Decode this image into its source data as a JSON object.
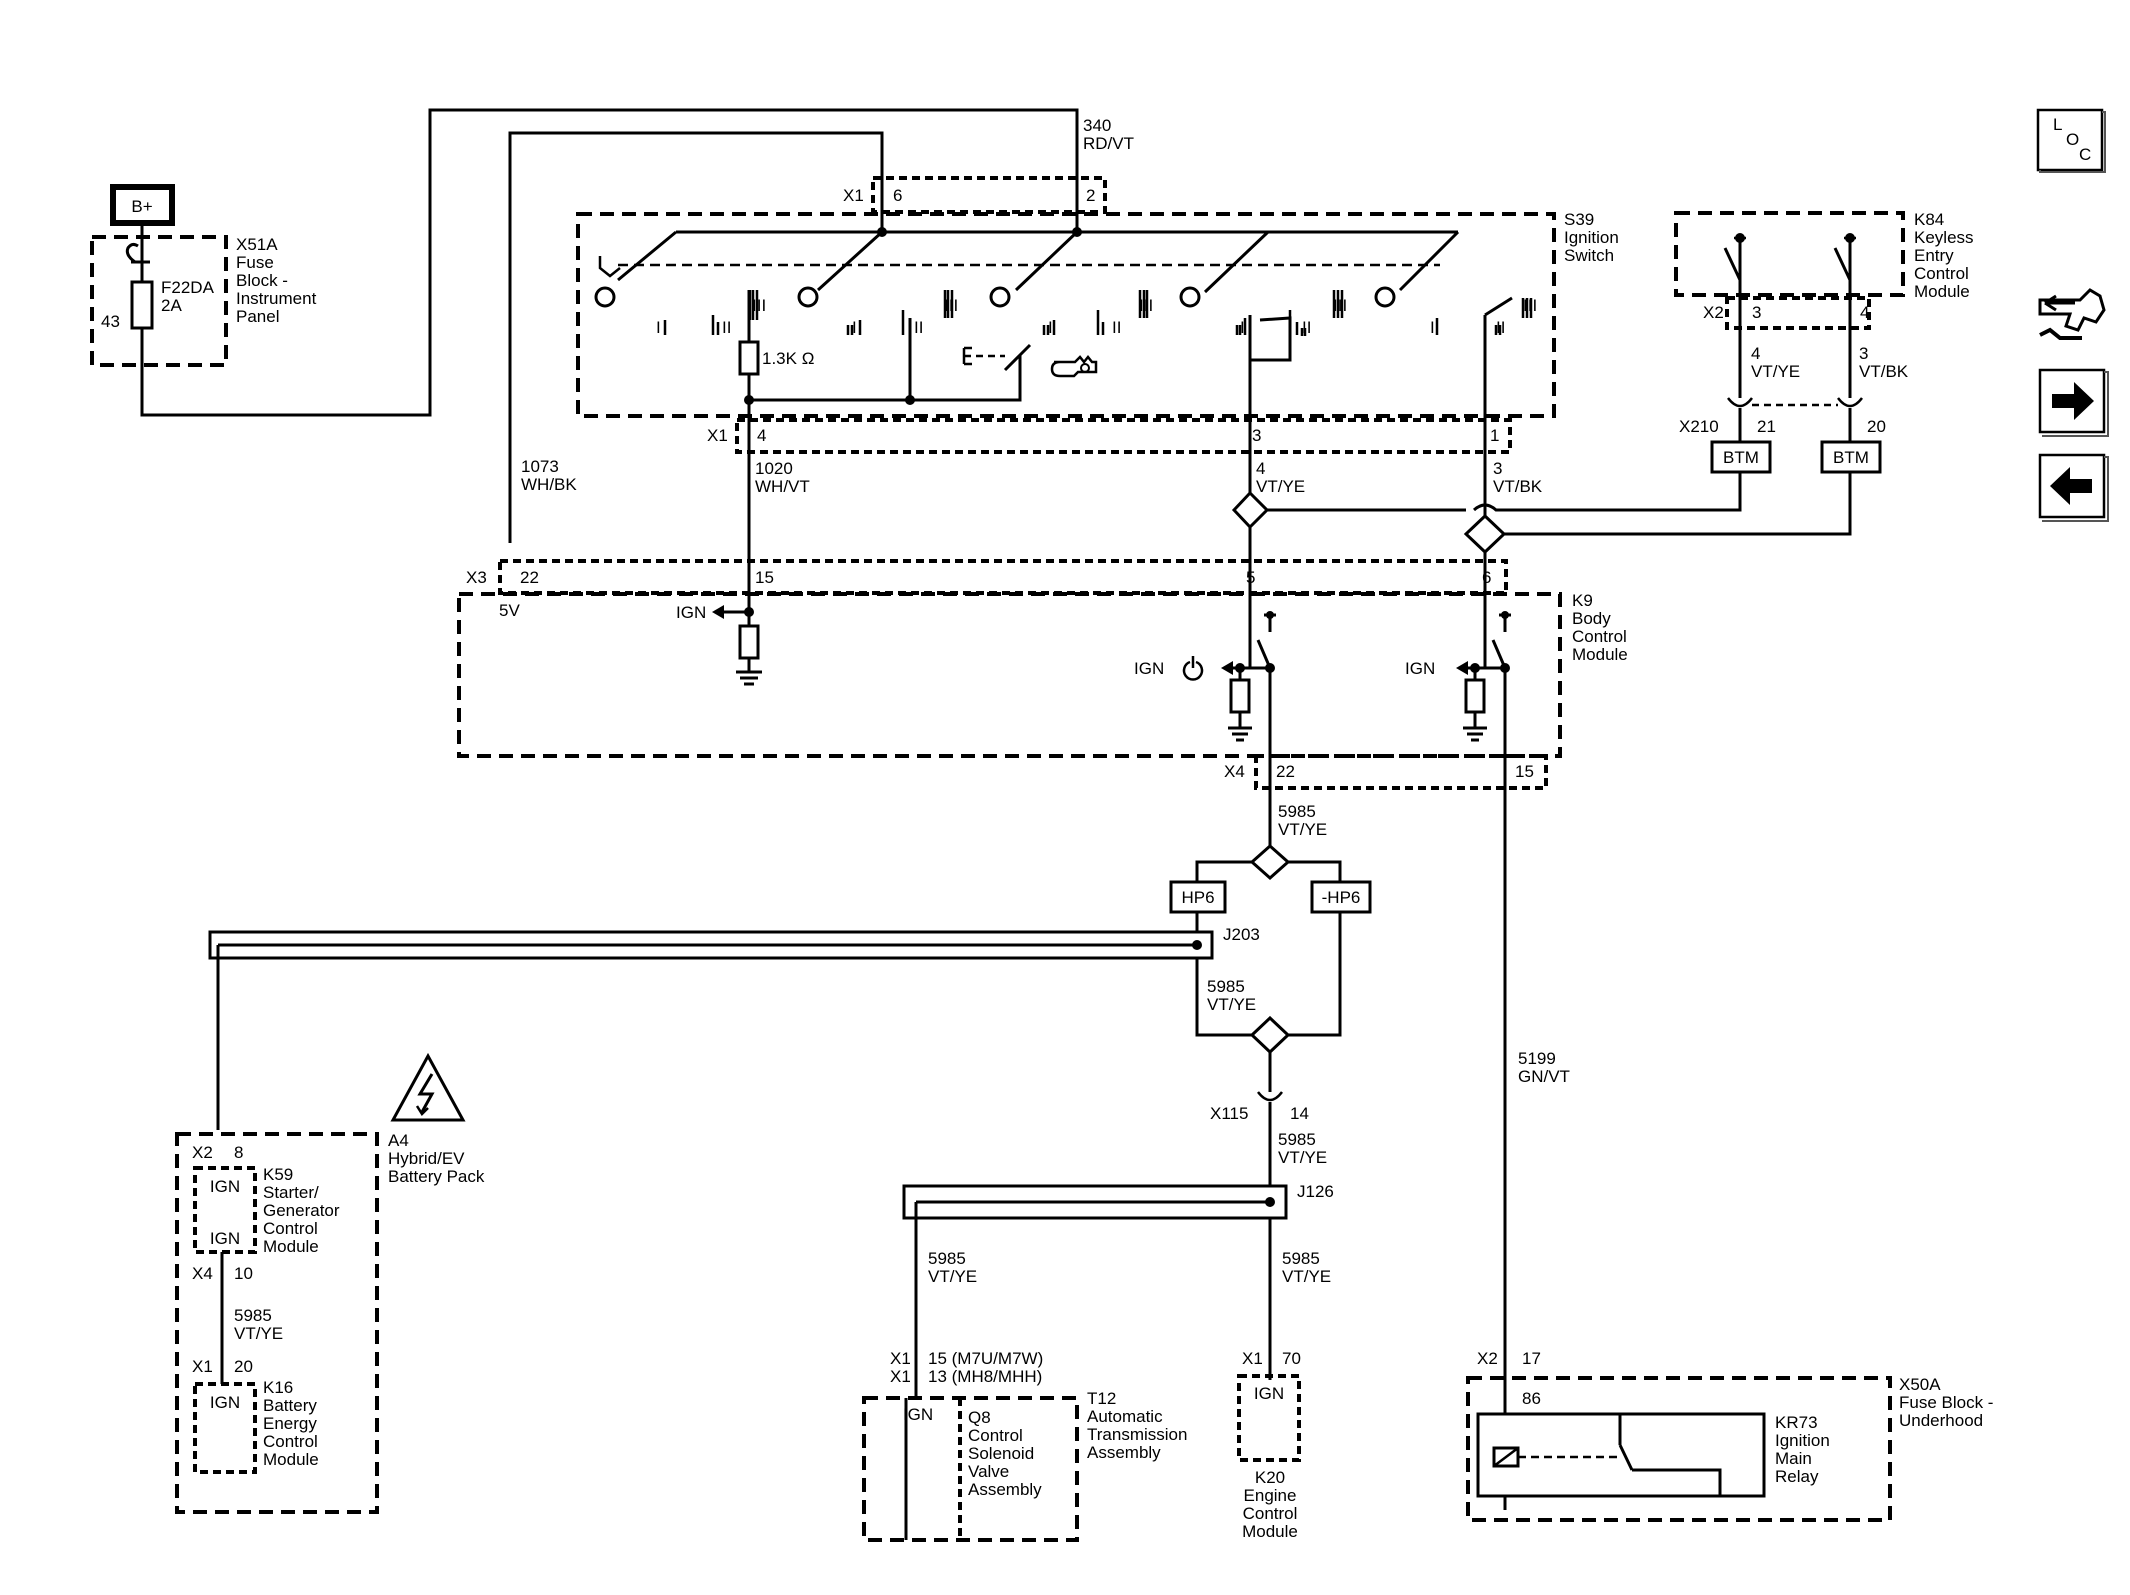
{
  "nav": {
    "loc": {
      "l": "L",
      "o": "O",
      "c": "C"
    },
    "icons": [
      "loc-icon",
      "connector-icon",
      "arrow-right-icon",
      "arrow-left-icon"
    ]
  },
  "power": {
    "label": "B+"
  },
  "x51a": {
    "name": "X51A",
    "lines": [
      "Fuse",
      "Block -",
      "Instrument",
      "Panel"
    ],
    "fuse": "F22DA",
    "rating": "2A",
    "pin": "43"
  },
  "wires": {
    "w340": {
      "circuit": "340",
      "color": "RD/VT"
    },
    "w1073": {
      "circuit": "1073",
      "color": "WH/BK"
    },
    "w1020": {
      "circuit": "1020",
      "color": "WH/VT"
    },
    "w4a": {
      "circuit": "4",
      "color": "VT/YE"
    },
    "w3a": {
      "circuit": "3",
      "color": "VT/BK"
    },
    "w4b": {
      "circuit": "4",
      "color": "VT/YE"
    },
    "w3b": {
      "circuit": "3",
      "color": "VT/BK"
    },
    "w5985a": {
      "circuit": "5985",
      "color": "VT/YE"
    },
    "w5985b": {
      "circuit": "5985",
      "color": "VT/YE"
    },
    "w5985c": {
      "circuit": "5985",
      "color": "VT/YE"
    },
    "w5985d": {
      "circuit": "5985",
      "color": "VT/YE"
    },
    "w5985e": {
      "circuit": "5985",
      "color": "VT/YE"
    },
    "w5985f": {
      "circuit": "5985",
      "color": "VT/YE"
    },
    "w5985g": {
      "circuit": "5985",
      "color": "VT/YE"
    },
    "w5199": {
      "circuit": "5199",
      "color": "GN/VT"
    }
  },
  "s39": {
    "lines": [
      "S39",
      "Ignition",
      "Switch"
    ],
    "x1_top": {
      "name": "X1",
      "pin_a": "6",
      "pin_b": "2"
    },
    "x1_bottom": {
      "name": "X1",
      "pin_a": "4",
      "pin_b": "3",
      "pin_c": "1"
    },
    "resistor": "1.3K Ω",
    "positions": {
      "i": "I",
      "ii": "II",
      "iii": "III"
    }
  },
  "k84": {
    "lines": [
      "K84",
      "Keyless",
      "Entry",
      "Control",
      "Module"
    ],
    "connector": "X2",
    "pin_a": "3",
    "pin_b": "4"
  },
  "x210": {
    "name": "X210",
    "pin_a": "21",
    "pin_b": "20",
    "btm": "BTM"
  },
  "k9": {
    "lines": [
      "K9",
      "Body",
      "Control",
      "Module"
    ],
    "x3": {
      "name": "X3",
      "pin_a": "22",
      "pin_b": "15",
      "pin_c": "5",
      "pin_d": "6"
    },
    "v5": "5V",
    "ign": "IGN",
    "x4": {
      "name": "X4",
      "pin_a": "22",
      "pin_b": "15"
    }
  },
  "splice": {
    "hp6": "HP6",
    "nhp6": "-HP6",
    "j203": "J203",
    "j126": "J126"
  },
  "x115": {
    "name": "X115",
    "pin": "14"
  },
  "a4": {
    "lines": [
      "A4",
      "Hybrid/EV",
      "Battery Pack"
    ]
  },
  "k59": {
    "lines": [
      "K59",
      "Starter/",
      "Generator",
      "Control",
      "Module"
    ],
    "x2": "X2",
    "pin_x2": "8",
    "x4": "X4",
    "pin_x4": "10",
    "ign": "IGN"
  },
  "k16": {
    "lines": [
      "K16",
      "Battery",
      "Energy",
      "Control",
      "Module"
    ],
    "x1": "X1",
    "pin": "20",
    "ign": "IGN"
  },
  "t12": {
    "lines": [
      "T12",
      "Automatic",
      "Transmission",
      "Assembly"
    ],
    "x1": "X1",
    "pin_a": "15 (M7U/M7W)",
    "pin_b": "13 (MH8/MHH)",
    "ign": "IGN",
    "q8": [
      "Q8",
      "Control",
      "Solenoid",
      "Valve",
      "Assembly"
    ]
  },
  "k20": {
    "lines": [
      "K20",
      "Engine",
      "Control",
      "Module"
    ],
    "x1": "X1",
    "pin": "70",
    "ign": "IGN"
  },
  "x50a": {
    "lines": [
      "X50A",
      "Fuse Block -",
      "Underhood"
    ],
    "x2": "X2",
    "pin": "17",
    "pin_86": "86"
  },
  "kr73": {
    "lines": [
      "KR73",
      "Ignition",
      "Main",
      "Relay"
    ]
  }
}
